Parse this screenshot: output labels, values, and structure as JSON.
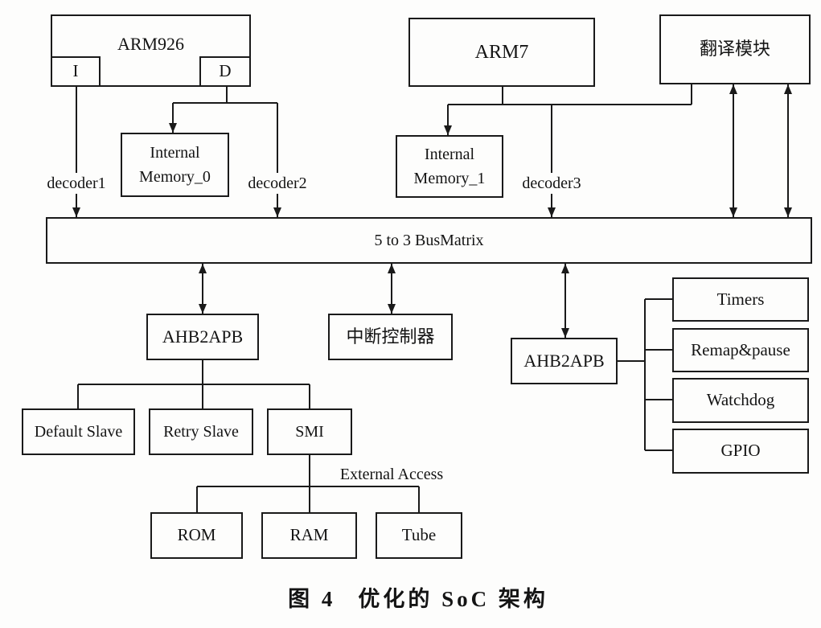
{
  "diagram": {
    "arm926": {
      "label": "ARM926",
      "port_i": "I",
      "port_d": "D"
    },
    "arm7": {
      "label": "ARM7"
    },
    "translation_module": {
      "label": "翻译模块"
    },
    "internal_memory_0": {
      "line1": "Internal",
      "line2": "Memory_0"
    },
    "internal_memory_1": {
      "line1": "Internal",
      "line2": "Memory_1"
    },
    "decoders": [
      "decoder1",
      "decoder2",
      "decoder3"
    ],
    "bus_matrix": {
      "label": "5 to 3 BusMatrix"
    },
    "ahb2apb_left": {
      "label": "AHB2APB"
    },
    "interrupt_controller": {
      "label": "中断控制器"
    },
    "ahb2apb_right": {
      "label": "AHB2APB"
    },
    "left_slaves": [
      "Default Slave",
      "Retry Slave",
      "SMI"
    ],
    "external_access": {
      "label": "External Access",
      "devices": [
        "ROM",
        "RAM",
        "Tube"
      ]
    },
    "peripherals": [
      "Timers",
      "Remap&pause",
      "Watchdog",
      "GPIO"
    ]
  },
  "caption": {
    "figure_number": "图 4",
    "title": "优化的 SoC 架构"
  },
  "colors": {
    "line": "#1a1a1a",
    "background": "#fdfdfc"
  }
}
